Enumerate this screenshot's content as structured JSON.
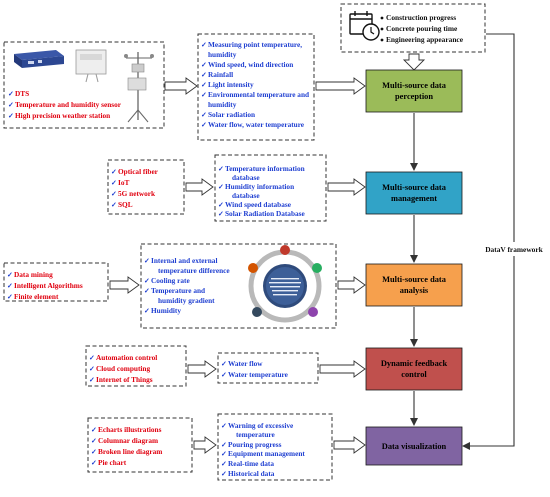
{
  "top_box": {
    "items": [
      "Construction progress",
      "Concrete pouring time",
      "Engineering appearance"
    ]
  },
  "sources": {
    "items": [
      "DTS",
      "Temperature and humidity sensor",
      "High precision weather station"
    ]
  },
  "perception_box": {
    "items": [
      "Measuring point temperature,",
      "humidity",
      "Wind speed, wind direction",
      "Rainfall",
      "Light intensity",
      "Environmental temperature and",
      "humidity",
      "Solar radiation",
      "Water flow, water temperature"
    ]
  },
  "management_sources": {
    "items": [
      "Optical fiber",
      "IoT",
      "5G network",
      "SQL"
    ]
  },
  "management_box": {
    "items": [
      "Temperature information",
      "database",
      "Humidity information",
      "database",
      "Wind speed database",
      "Solar Radiation Database"
    ]
  },
  "analysis_sources": {
    "items": [
      "Data mining",
      "Intelligent Algorithms",
      "Finite element"
    ]
  },
  "analysis_box": {
    "items": [
      "Internal and external",
      "temperature difference",
      "Cooling rate",
      "Temperature and",
      "humidity gradient",
      "Humidity"
    ]
  },
  "feedback_sources": {
    "items": [
      "Automation control",
      "Cloud computing",
      "Internet of Things"
    ]
  },
  "feedback_box": {
    "items": [
      "Water flow",
      "Water temperature"
    ]
  },
  "visualization_sources": {
    "items": [
      "Echarts illustrations",
      "Columnar diagram",
      "Broken line diagram",
      "Pie chart"
    ]
  },
  "visualization_box": {
    "items": [
      "Warning of excessive",
      "temperature",
      "Pouring progress",
      "Equipment management",
      "Real-time data",
      "Historical data"
    ]
  },
  "stages": [
    {
      "label": [
        "Multi-source data",
        "perception"
      ],
      "color": "#9bbb59"
    },
    {
      "label": [
        "Multi-source data",
        "management"
      ],
      "color": "#31a3c7"
    },
    {
      "label": [
        "Multi-source data",
        "analysis"
      ],
      "color": "#f6a04d"
    },
    {
      "label": [
        "Dynamic feedback",
        "control"
      ],
      "color": "#c0504d"
    },
    {
      "label": [
        "Data visualization"
      ],
      "color": "#8064a2"
    }
  ],
  "framework_label": "DataV framework",
  "colors": {
    "red_text": "#e0000f",
    "blue_text": "#1f3fd1"
  }
}
